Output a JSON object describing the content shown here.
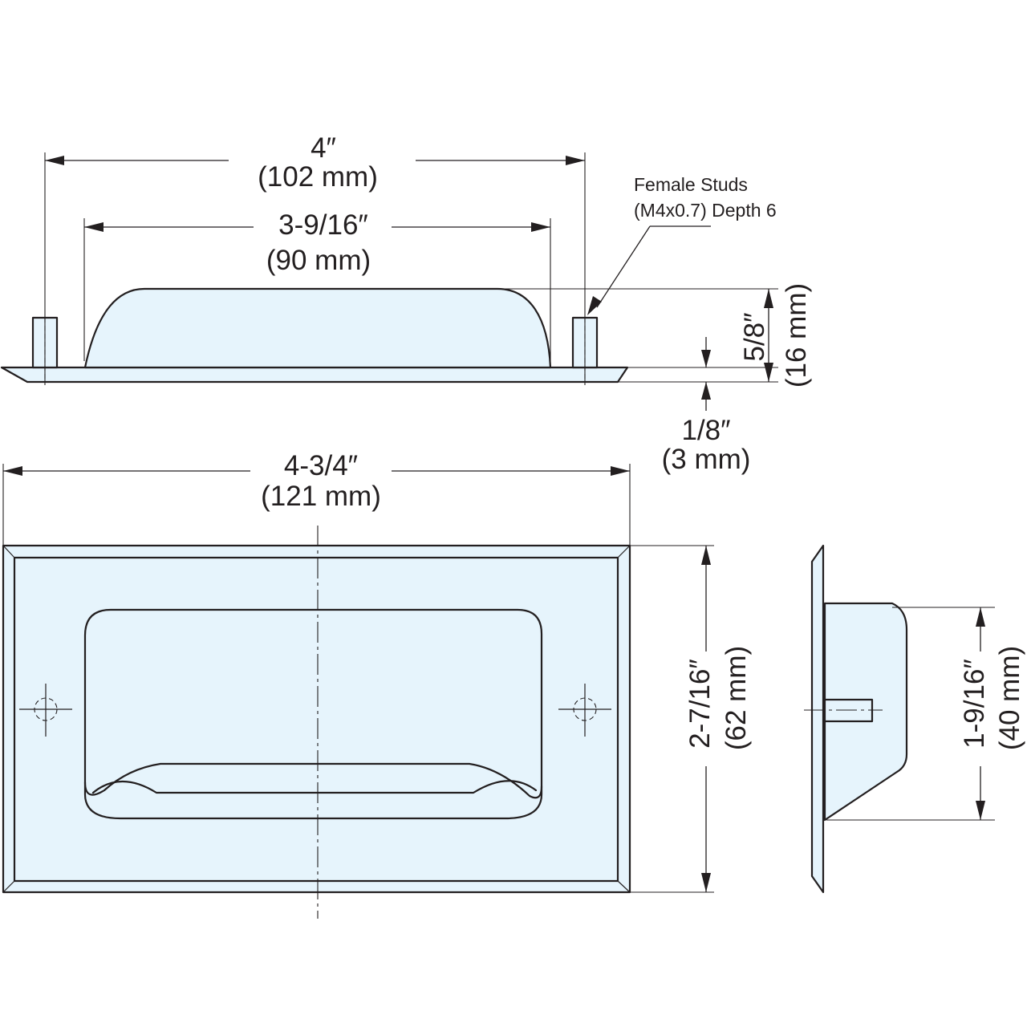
{
  "dimensions": {
    "stud_spacing": {
      "imperial": "4″",
      "metric": "(102 mm)"
    },
    "cup_length": {
      "imperial": "3-9/16″",
      "metric": "(90 mm)"
    },
    "overall_height": {
      "imperial": "5/8″",
      "metric": "(16 mm)"
    },
    "flange_thickness": {
      "imperial": "1/8″",
      "metric": "(3 mm)"
    },
    "overall_length": {
      "imperial": "4-3/4″",
      "metric": "(121 mm)"
    },
    "overall_width": {
      "imperial": "2-7/16″",
      "metric": "(62 mm)"
    },
    "cup_width": {
      "imperial": "1-9/16″",
      "metric": "(40 mm)"
    }
  },
  "callouts": {
    "studs_line1": "Female Studs",
    "studs_line2": "(M4x0.7) Depth 6"
  },
  "colors": {
    "part_fill": "#e6f4fc",
    "line": "#231f20"
  }
}
